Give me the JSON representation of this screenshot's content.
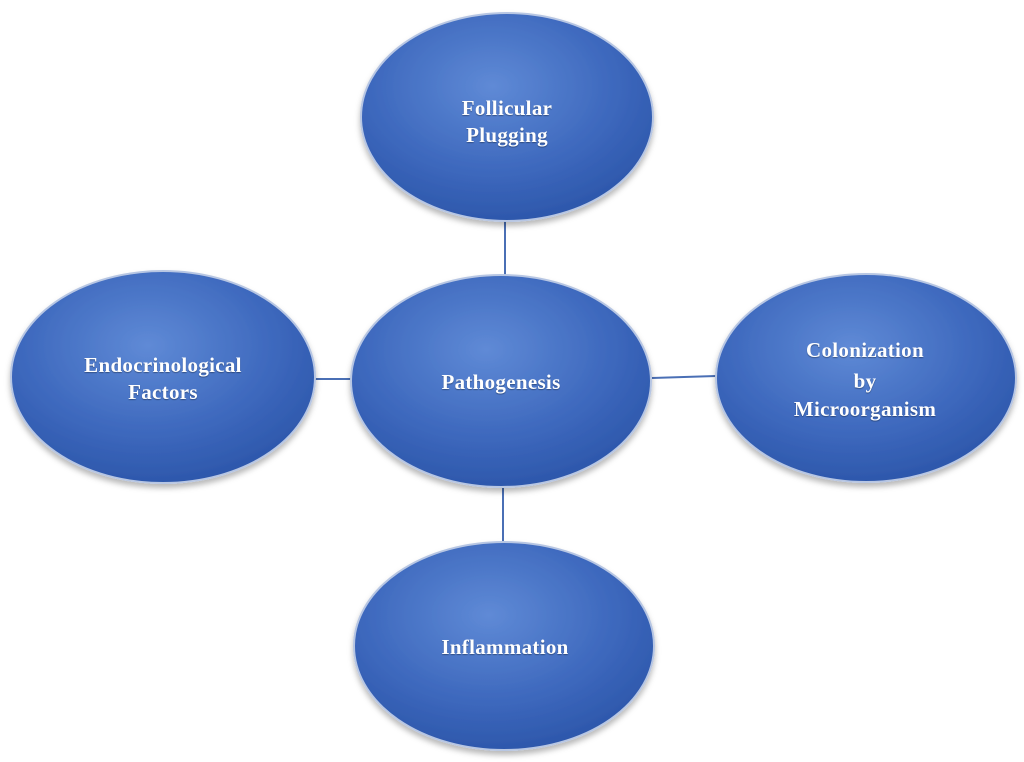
{
  "diagram": {
    "center": {
      "lines": [
        "Pathogenesis"
      ]
    },
    "top": {
      "lines": [
        "Follicular",
        "Plugging"
      ]
    },
    "left": {
      "lines": [
        "Endocrinological",
        "Factors"
      ]
    },
    "right": {
      "lines": [
        "Colonization",
        "by",
        "Microorganism"
      ]
    },
    "bottom": {
      "lines": [
        "Inflammation"
      ]
    }
  },
  "colors": {
    "node_fill_light": "#5b86d2",
    "node_fill_dark": "#2a56ac",
    "node_rim": "#b7c6e3",
    "connector": "#4a6fb5",
    "text": "#ffffff"
  }
}
